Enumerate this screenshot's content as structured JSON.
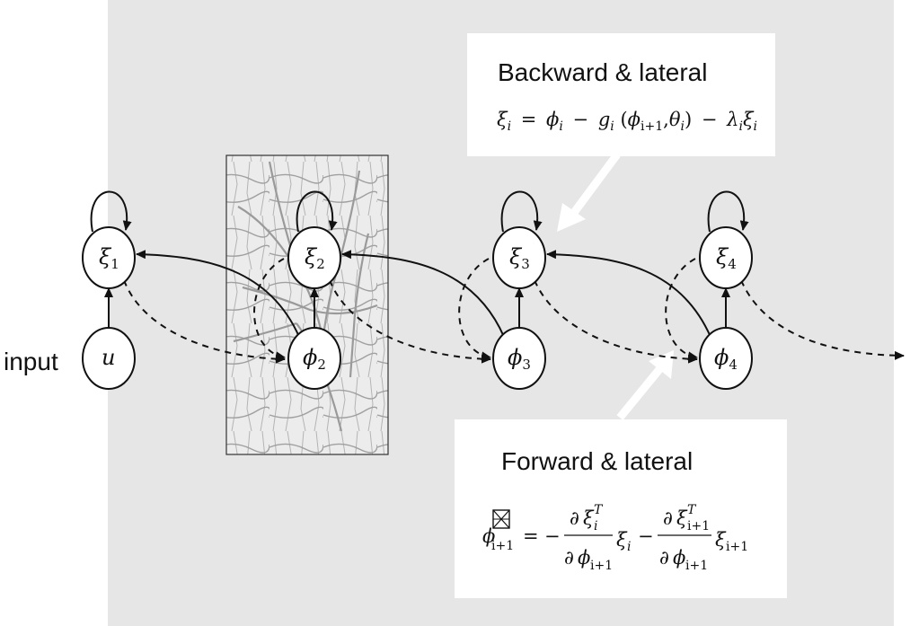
{
  "input_label": "input",
  "nodes": {
    "u": {
      "symbol": "u"
    },
    "xi1": {
      "symbol": "ξ",
      "sub": "1"
    },
    "xi2": {
      "symbol": "ξ",
      "sub": "2"
    },
    "xi3": {
      "symbol": "ξ",
      "sub": "3"
    },
    "xi4": {
      "symbol": "ξ",
      "sub": "4"
    },
    "phi2": {
      "symbol": "ϕ",
      "sub": "2"
    },
    "phi3": {
      "symbol": "ϕ",
      "sub": "3"
    },
    "phi4": {
      "symbol": "ϕ",
      "sub": "4"
    }
  },
  "backward_box": {
    "title": "Backward & lateral",
    "equation": {
      "xi": "ξ",
      "i": "i",
      "eq": "=",
      "phi": "ϕ",
      "minus": "−",
      "g": "g",
      "open": "(",
      "ip1": "i+1",
      "comma": ",",
      "theta": "θ",
      "close": ")",
      "lambda": "λ"
    }
  },
  "forward_box": {
    "title": "Forward & lateral",
    "equation": {
      "phi": "ϕ",
      "ip1": "i+1",
      "eq": "=",
      "minus": "−",
      "partial": "∂",
      "xi": "ξ",
      "T": "T",
      "i": "i"
    }
  },
  "colors": {
    "panel_bg": "#e6e6e6",
    "node_fill": "#ffffff",
    "stroke": "#111111",
    "arrow_callout": "#ffffff"
  }
}
